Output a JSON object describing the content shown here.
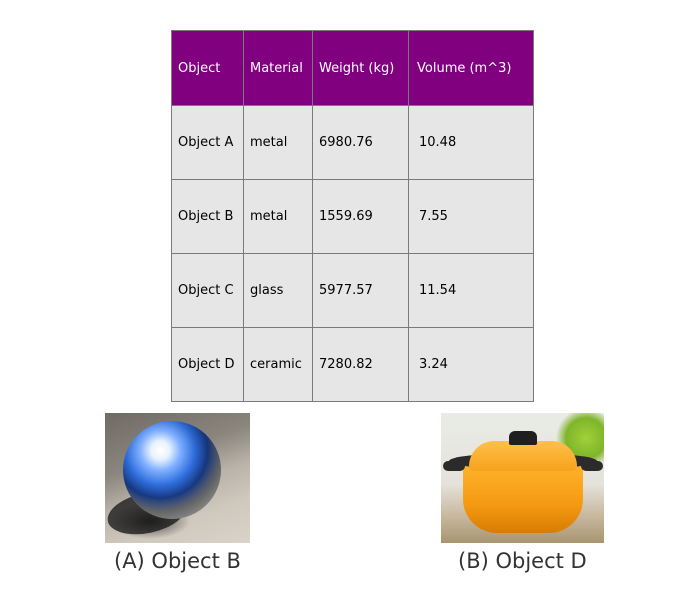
{
  "table": {
    "headers": [
      "Object",
      "Material",
      "Weight (kg)",
      "Volume (m^3)"
    ],
    "rows": [
      [
        "Object A",
        "metal",
        "6980.76",
        "10.48"
      ],
      [
        "Object B",
        "metal",
        "1559.69",
        "7.55"
      ],
      [
        "Object C",
        "glass",
        "5977.57",
        "11.54"
      ],
      [
        "Object D",
        "ceramic",
        "7280.82",
        "3.24"
      ]
    ],
    "colors": {
      "header_bg": "#800080",
      "header_text": "#ffffff",
      "cell_bg": "#e6e6e6",
      "border": "#7a7a7a"
    }
  },
  "images": [
    {
      "caption": "(A) Object B",
      "depicts": "mirror-sphere"
    },
    {
      "caption": "(B) Object D",
      "depicts": "orange-cooking-pot"
    }
  ]
}
